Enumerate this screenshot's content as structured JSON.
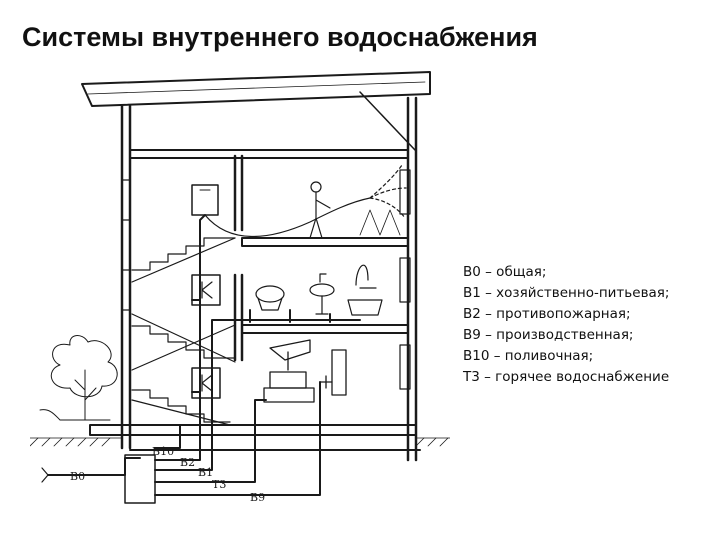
{
  "page": {
    "title": "Системы внутреннего водоснабжения"
  },
  "figure": {
    "pipe_labels": {
      "v0": "В0",
      "v10": "В10",
      "v2": "В2",
      "v1": "В1",
      "t3": "Т3",
      "v9": "В9"
    }
  },
  "legend": {
    "items": [
      {
        "text": "В0 – общая;"
      },
      {
        "text": "В1 – хозяйственно-питьевая;"
      },
      {
        "text": "В2 – противопожарная;"
      },
      {
        "text": "В9 – производственная;"
      },
      {
        "text": "В10 – поливочная;"
      },
      {
        "text": "Т3 – горячее водоснабжение"
      }
    ]
  }
}
